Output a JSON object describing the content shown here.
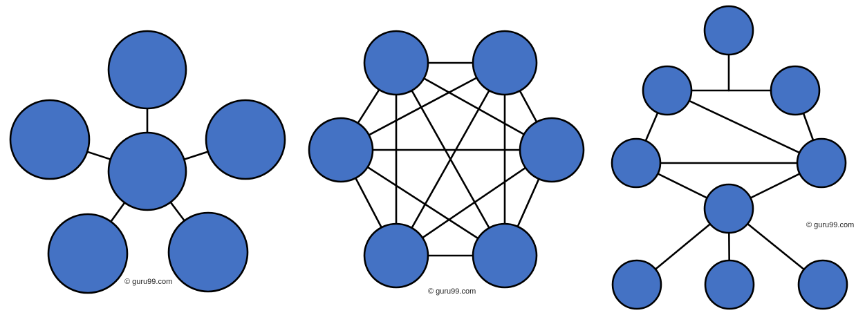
{
  "colors": {
    "node_fill": "#4472C4",
    "node_stroke": "#000000",
    "edge_stroke": "#000000",
    "background": "#FFFFFF"
  },
  "watermarks": {
    "star": "© guru99.com",
    "mesh": "© guru99.com",
    "hybrid": "© guru99.com"
  },
  "topologies": [
    {
      "id": "star",
      "nodes": [
        "center",
        "top",
        "left",
        "right",
        "bottom-left",
        "bottom-right"
      ],
      "edges": [
        [
          "center",
          "top"
        ],
        [
          "center",
          "left"
        ],
        [
          "center",
          "right"
        ],
        [
          "center",
          "bottom-left"
        ],
        [
          "center",
          "bottom-right"
        ]
      ]
    },
    {
      "id": "mesh",
      "nodes": [
        "n1",
        "n2",
        "n3",
        "n4",
        "n5",
        "n6"
      ],
      "edges": [
        [
          "n1",
          "n2"
        ],
        [
          "n1",
          "n3"
        ],
        [
          "n1",
          "n4"
        ],
        [
          "n1",
          "n5"
        ],
        [
          "n1",
          "n6"
        ],
        [
          "n2",
          "n3"
        ],
        [
          "n2",
          "n4"
        ],
        [
          "n2",
          "n5"
        ],
        [
          "n2",
          "n6"
        ],
        [
          "n3",
          "n4"
        ],
        [
          "n3",
          "n5"
        ],
        [
          "n3",
          "n6"
        ],
        [
          "n4",
          "n5"
        ],
        [
          "n4",
          "n6"
        ],
        [
          "n5",
          "n6"
        ]
      ]
    },
    {
      "id": "hybrid",
      "nodes": [
        "top",
        "upper-left",
        "upper-right",
        "mid-left",
        "mid-right",
        "center",
        "bottom-left",
        "bottom-center",
        "bottom-right"
      ],
      "edges": [
        [
          "top",
          "junction"
        ],
        [
          "upper-left",
          "upper-right"
        ],
        [
          "upper-left",
          "mid-left"
        ],
        [
          "upper-left",
          "mid-right"
        ],
        [
          "upper-right",
          "mid-right"
        ],
        [
          "mid-left",
          "mid-right"
        ],
        [
          "mid-left",
          "center"
        ],
        [
          "mid-right",
          "center"
        ],
        [
          "center",
          "bottom-left"
        ],
        [
          "center",
          "bottom-center"
        ],
        [
          "center",
          "bottom-right"
        ]
      ]
    }
  ]
}
